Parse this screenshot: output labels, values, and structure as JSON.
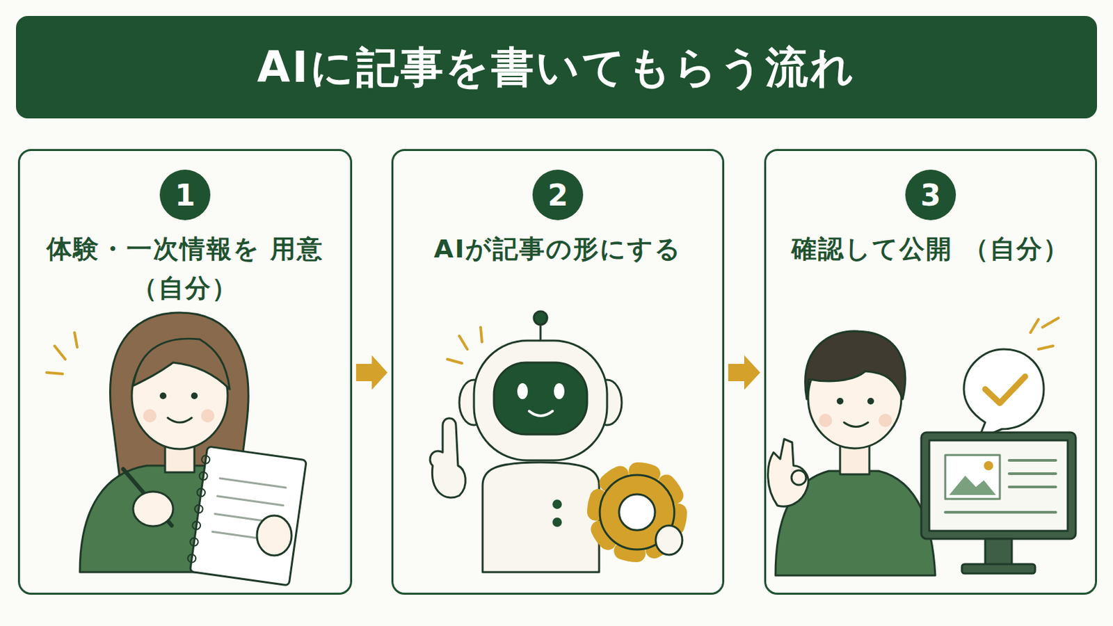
{
  "diagram": {
    "title": "AIに記事を書いてもらう流れ",
    "nodes": [
      {
        "text": [
          "体験・一次情報を 用意（自分）"
        ]
      },
      {
        "text": [
          "1"
        ],
        "in": 0
      },
      {
        "text": [
          "AIが記事の形にする"
        ]
      },
      {
        "text": [
          "2"
        ],
        "in": 2
      },
      {
        "text": [
          "確認して公開 （自分）"
        ]
      },
      {
        "text": [
          "3"
        ],
        "in": 4
      }
    ],
    "edges": [
      {
        "from": 0,
        "to": 2,
        "arrow": "to"
      },
      {
        "from": 2,
        "to": 4,
        "arrow": "to"
      }
    ]
  }
}
